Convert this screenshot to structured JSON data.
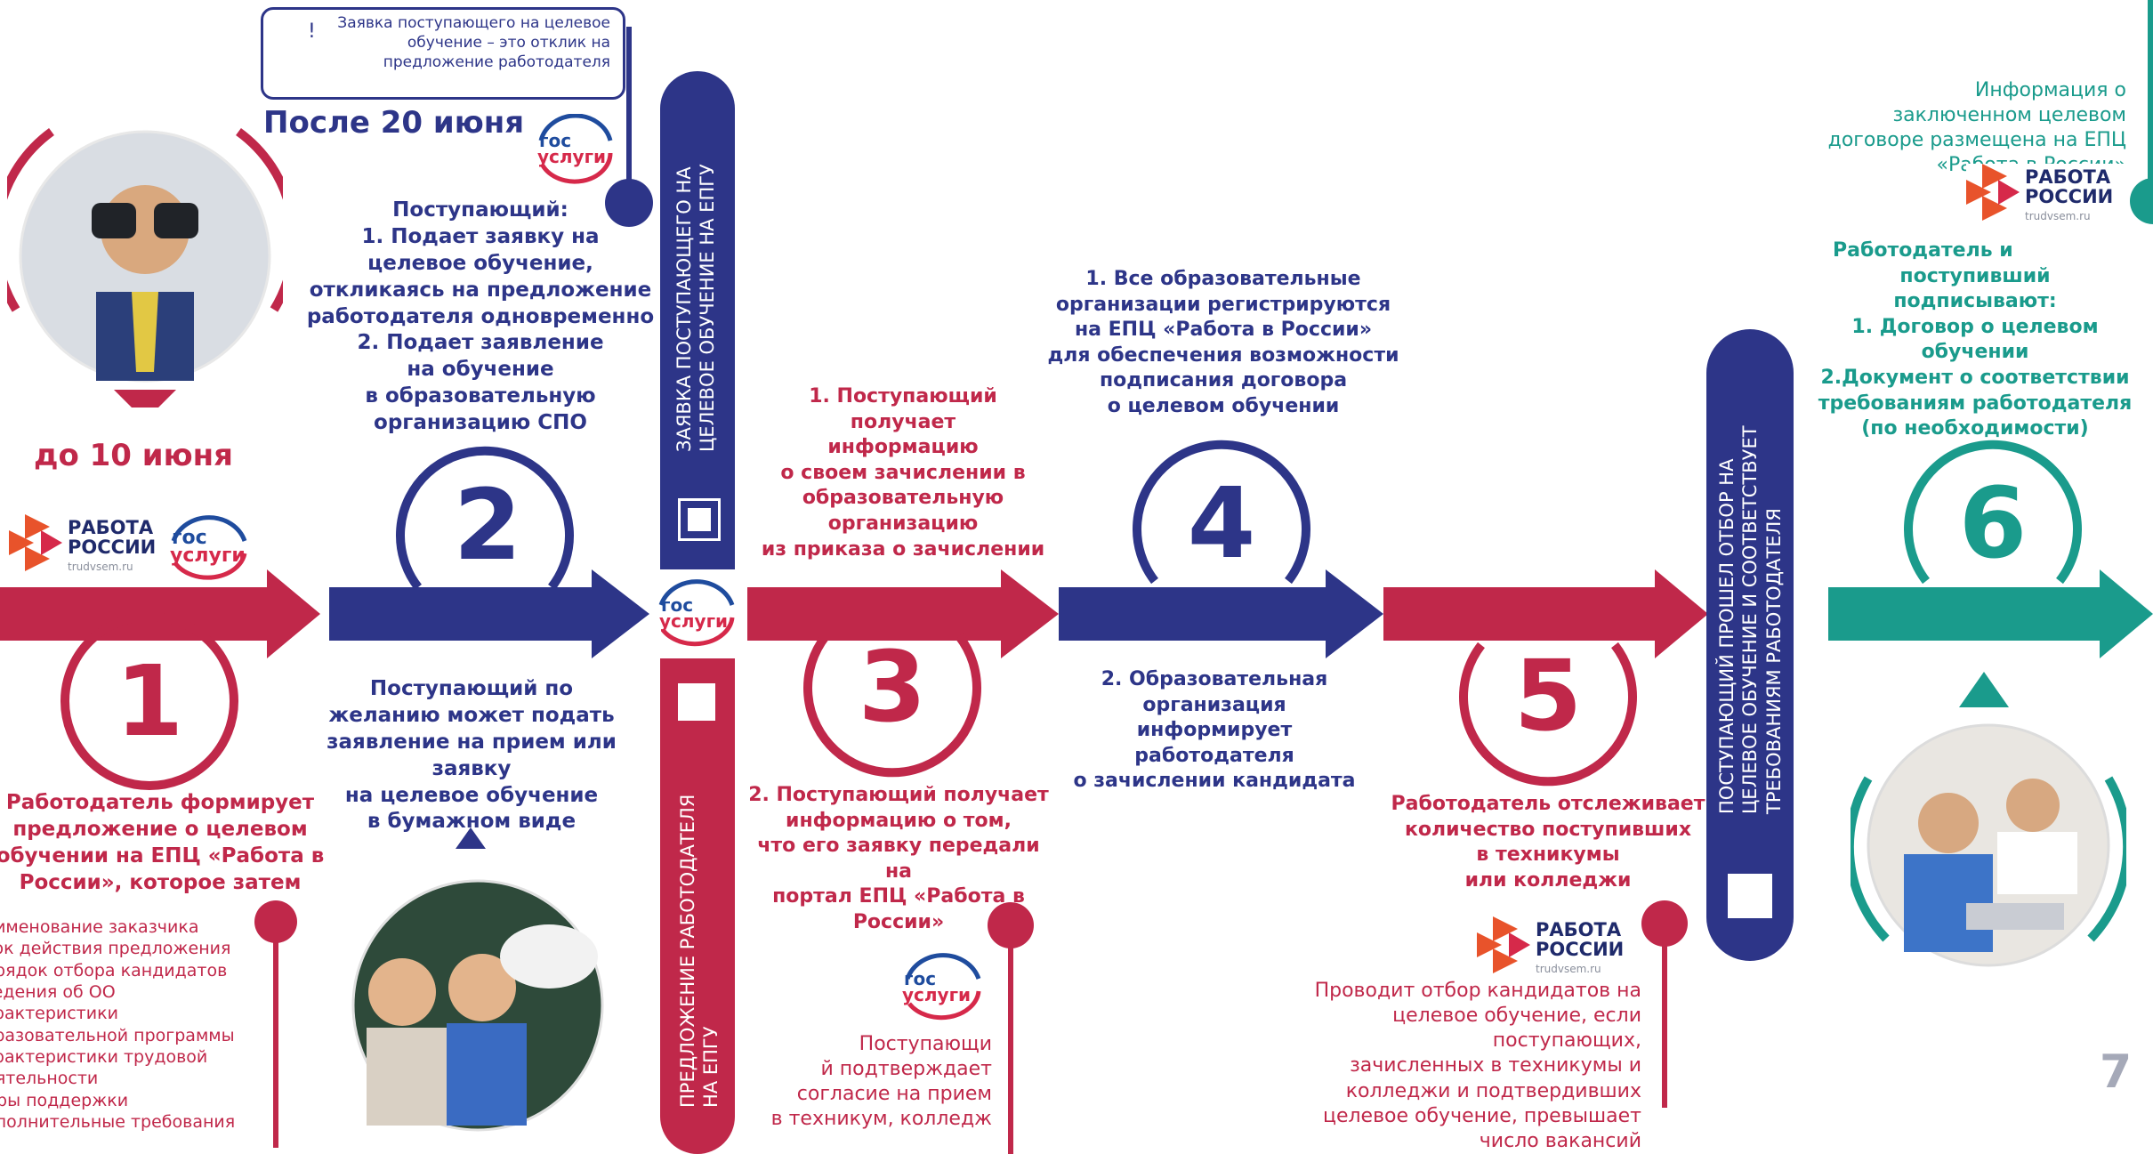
{
  "page_number": "7",
  "callout": {
    "mark": "!",
    "text": "Заявка поступающего на целевое обучение – это отклик на предложение работодателя"
  },
  "dates": {
    "before": "до 10 июня",
    "after": "После 20 июня"
  },
  "logos": {
    "rr_name_1": "РАБОТА",
    "rr_name_2": "РОССИИ",
    "rr_url": "trudvsem.ru",
    "gos_1": "гос",
    "gos_2": "услуги"
  },
  "steps": {
    "s1": {
      "num": "1",
      "title": "Работодатель формирует предложение о целевом обучении на ЕПЦ «Работа в России», которое затем поступает на ЕПГУ:",
      "list": [
        "наименование заказчика",
        "срок действия предложения",
        "порядок отбора кандидатов",
        "сведения об ОО",
        "характеристики",
        "образовательной программы",
        "характеристики трудовой",
        "деятельности",
        "меры поддержки",
        "дополнительные требования",
        "..."
      ]
    },
    "s2": {
      "num": "2",
      "top": [
        "Поступающий:",
        "1. Подает  заявку  на",
        "целевое обучение,",
        "откликаясь на предложение",
        "работодателя одновременно",
        "2.          Подает заявление",
        "на обучение",
        "в образовательную",
        "организацию СПО"
      ],
      "bottom": [
        "Поступающий по",
        "желанию может подать",
        "заявление на прием или",
        "заявку",
        "на целевое обучение",
        "в бумажном виде"
      ]
    },
    "bar_up": "ЗАЯВКА  ПОСТУПАЮЩЕГО НА ЦЕЛЕВОЕ ОБУЧЕНИЕ НА ЕПГУ",
    "bar_down": "ПРЕДЛОЖЕНИЕ РАБОТОДАТЕЛЯ НА ЕПГУ",
    "s3": {
      "num": "3",
      "top": [
        "1. Поступающий",
        "получает",
        "информацию",
        "о своем зачислении в",
        "образовательную",
        "организацию",
        "из приказа о зачислении"
      ],
      "bottom": [
        "2. Поступающий получает",
        "информацию о том,",
        "что его заявку передали на",
        "портал ЕПЦ «Работа  в",
        "России»"
      ],
      "note": [
        "Поступающи",
        "й  подтверждает",
        "согласие на прием",
        "в техникум, колледж"
      ]
    },
    "s4": {
      "num": "4",
      "top": [
        "1. Все образовательные",
        "организации регистрируются",
        "на ЕПЦ «Работа в России»",
        "для обеспечения возможности",
        "подписания договора",
        "о целевом обучении"
      ],
      "bottom": [
        "2. Образовательная",
        "организация",
        "информирует",
        "работодателя",
        "о зачислении кандидата"
      ]
    },
    "s5": {
      "num": "5",
      "text": [
        "Работодатель отслеживает",
        "количество поступивших",
        "в     техникумы",
        "или колледжи"
      ],
      "note": [
        "Проводит отбор кандидатов на",
        "целевое обучение, если",
        "поступающих,",
        "зачисленных в техникумы и",
        "колледжи и подтвердивших",
        "целевое обучение, превышает",
        "число вакансий"
      ]
    },
    "bar_tall": "ПОСТУПАЮЩИЙ ПРОШЕЛ ОТБОР НА ЦЕЛЕВОЕ  ОБУЧЕНИЕ И СООТВЕТСТВУЕТ ТРЕБОВАНИЯМ РАБОТОДАТЕЛЯ",
    "s6": {
      "num": "6",
      "info": [
        "Информация о",
        "заключенном целевом",
        "договоре размещена на ЕПЦ",
        "«Работа в России»"
      ],
      "text": [
        "Работодатель и",
        "поступивший",
        "подписывают:",
        "1. Договор о целевом обучении",
        "2.Документ о соответствии",
        "требованиям работодателя",
        "(по необходимости)"
      ]
    }
  },
  "colors": {
    "navy": "#2d3588",
    "red": "#c0284a",
    "teal": "#1a9b8c"
  }
}
